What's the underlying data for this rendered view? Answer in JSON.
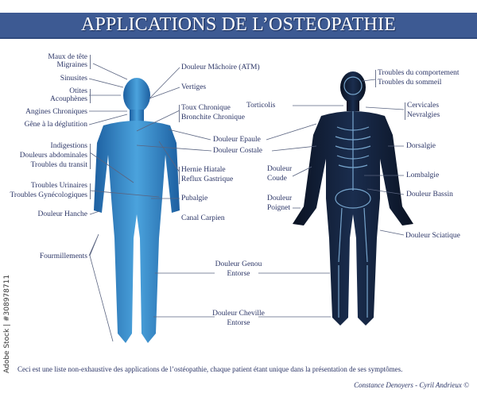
{
  "header": {
    "title": "APPLICATIONS DE L’OSTEOPATHIE",
    "banner_color": "#3d5a93"
  },
  "front_figure": {
    "left_labels": {
      "maux_de_tete": "Maux de tête",
      "migraines": "Migraines",
      "sinusites": "Sinusites",
      "otites": "Otites",
      "acouphenes": "Acouphènes",
      "angines": "Angines Chroniques",
      "gene_deglutition": "Gêne à la déglutition",
      "indigestions": "Indigestions",
      "douleurs_abdominales": "Douleurs abdominales",
      "troubles_transit": "Troubles du transit",
      "troubles_urinaires": "Troubles Urinaires",
      "troubles_gyneco": "Troubles Gynécologiques",
      "douleur_hanche": "Douleur Hanche",
      "fourmillements": "Fourmillements"
    },
    "right_labels": {
      "machoire": "Douleur Mâchoire (ATM)",
      "vertiges": "Vertiges",
      "toux": "Toux Chronique",
      "bronchite": "Bronchite Chronique",
      "hernie": "Hernie Hiatale",
      "reflux": "Reflux Gastrique",
      "pubalgie": "Pubalgie",
      "canal_carpien": "Canal Carpien"
    },
    "color": "#2f7fc1"
  },
  "center_labels": {
    "epaule": "Douleur Epaule",
    "costale": "Douleur Costale",
    "genou": "Douleur Genou",
    "genou_sub": "Entorse",
    "cheville": "Douleur Cheville",
    "cheville_sub": "Entorse"
  },
  "back_figure": {
    "left_labels": {
      "torticolis": "Torticolis",
      "coude_1": "Douleur",
      "coude_2": "Coude",
      "poignet_1": "Douleur",
      "poignet_2": "Poignet"
    },
    "right_labels": {
      "comportement": "Troubles du comportement",
      "sommeil": "Troubles du sommeil",
      "cervicales": "Cervicales",
      "nevralgies": "Nevralgies",
      "dorsalgie": "Dorsalgie",
      "lombalgie": "Lombalgie",
      "bassin": "Douleur Bassin",
      "sciatique": "Douleur Sciatique"
    },
    "color": "#0f1c33"
  },
  "footer": {
    "note": "Ceci est une liste non-exhaustive des applications de l’ostéopathie, chaque patient étant unique dans la présentation de ses symptômes.",
    "credit": "Constance Denoyers - Cyril Andrieux ©",
    "stock_watermark": "Adobe Stock | #308978711"
  }
}
